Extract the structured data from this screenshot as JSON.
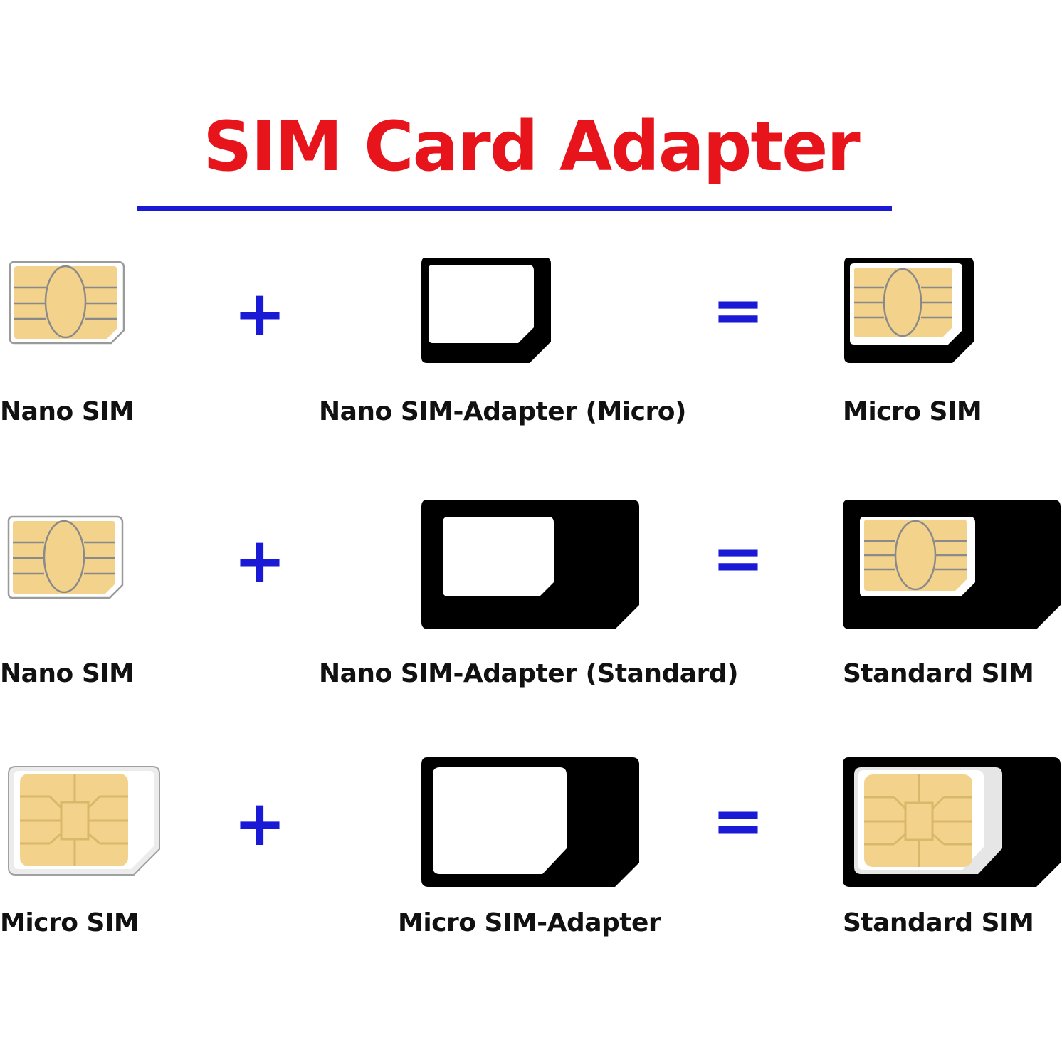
{
  "title": "SIM Card Adapter",
  "colors": {
    "title": "#e8141b",
    "rule": "#1a1ad6",
    "operator": "#1a1ad6",
    "chip": "#f3d28c",
    "chip_line": "#8a8a8a",
    "card_border": "#9a9a9a",
    "adapter": "#000000"
  },
  "operators": {
    "plus": "+",
    "equals": "="
  },
  "rows": [
    {
      "input": "Nano SIM",
      "adapter": "Nano SIM-Adapter (Micro)",
      "result": "Micro SIM"
    },
    {
      "input": "Nano SIM",
      "adapter": "Nano SIM-Adapter (Standard)",
      "result": "Standard SIM"
    },
    {
      "input": "Micro SIM",
      "adapter": "Micro SIM-Adapter",
      "result": "Standard SIM"
    }
  ]
}
